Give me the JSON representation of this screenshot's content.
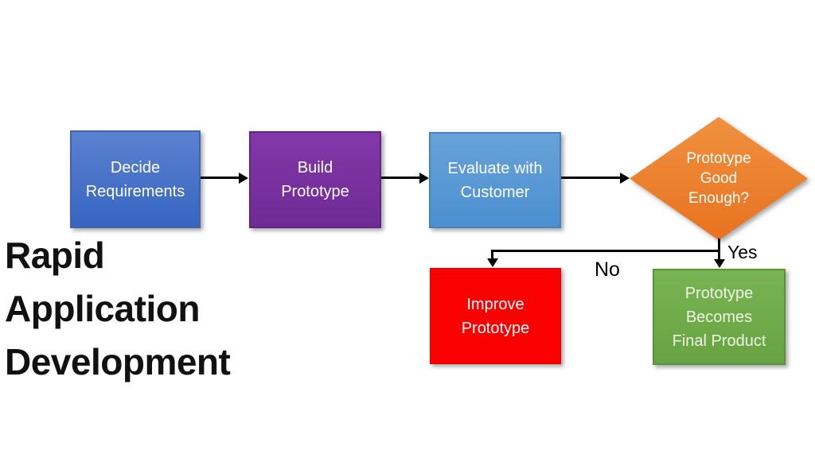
{
  "title": "Rapid\nApplication\nDevelopment",
  "flowchart": {
    "nodes": {
      "decide": {
        "label": "Decide\nRequirements",
        "shape": "rectangle",
        "color": "#4472c4"
      },
      "build": {
        "label": "Build\nPrototype",
        "shape": "rectangle",
        "color": "#7030a0"
      },
      "evaluate": {
        "label": "Evaluate with\nCustomer",
        "shape": "rectangle",
        "color": "#5b9bd5"
      },
      "decision": {
        "label": "Prototype\nGood\nEnough?",
        "shape": "diamond",
        "color": "#ed7d31"
      },
      "improve": {
        "label": "Improve\nPrototype",
        "shape": "rectangle",
        "color": "#ff0000"
      },
      "final": {
        "label": "Prototype\nBecomes\nFinal Product",
        "shape": "rectangle",
        "color": "#70ad47"
      }
    },
    "edges": {
      "yes_label": "Yes",
      "no_label": "No"
    }
  }
}
